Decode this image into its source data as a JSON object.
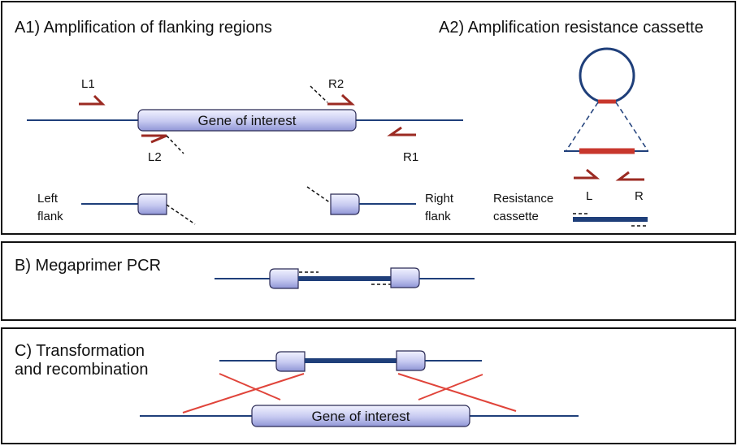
{
  "panels": {
    "a1_title": "A1) Amplification of flanking regions",
    "a2_title": "A2) Amplification resistance cassette",
    "b_title": "B) Megaprimer PCR",
    "c_title_line1": "C) Transformation",
    "c_title_line2": "and recombination"
  },
  "labels": {
    "gene_a1": "Gene of interest",
    "gene_c": "Gene of interest",
    "l1": "L1",
    "l2": "L2",
    "r1": "R1",
    "r2": "R2",
    "left_flank_1": "Left",
    "left_flank_2": "flank",
    "right_flank_1": "Right",
    "right_flank_2": "flank",
    "l": "L",
    "r": "R",
    "resistance_1": "Resistance",
    "resistance_2": "cassette"
  },
  "colors": {
    "dna": "#1f3f7a",
    "primer": "#9b2a22",
    "cassette_red": "#c8372d",
    "crossover": "#e0443a",
    "box_fill_light": "#e4e6fb",
    "box_fill_dark": "#9ea3dc",
    "outline": "#222222"
  }
}
